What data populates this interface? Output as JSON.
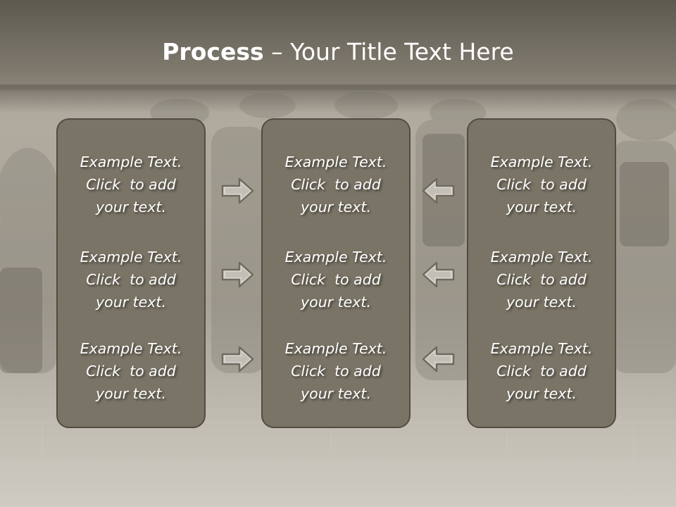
{
  "title": {
    "bold": "Process",
    "rest": " – Your Title Text Here"
  },
  "columns": [
    {
      "items": [
        {
          "lines": [
            "Example Text.",
            "Click  to add",
            "your text."
          ]
        },
        {
          "lines": [
            "Example Text.",
            "Click  to add",
            "your text."
          ]
        },
        {
          "lines": [
            "Example Text.",
            "Click  to add",
            "your text."
          ]
        }
      ]
    },
    {
      "items": [
        {
          "lines": [
            "Example Text.",
            "Click  to add",
            "your text."
          ]
        },
        {
          "lines": [
            "Example Text.",
            "Click  to add",
            "your text."
          ]
        },
        {
          "lines": [
            "Example Text.",
            "Click  to add",
            "your text."
          ]
        }
      ]
    },
    {
      "items": [
        {
          "lines": [
            "Example Text.",
            "Click  to add",
            "your text."
          ]
        },
        {
          "lines": [
            "Example Text.",
            "Click  to add",
            "your text."
          ]
        },
        {
          "lines": [
            "Example Text.",
            "Click  to add",
            "your text."
          ]
        }
      ]
    }
  ],
  "colors": {
    "box_fill": "#7a7466",
    "box_border": "#514c42",
    "title_bar": "#6e695e",
    "text": "#ffffff"
  },
  "icons": {
    "left_arrows": "arrow-right-icon",
    "right_arrows": "arrow-left-icon"
  }
}
